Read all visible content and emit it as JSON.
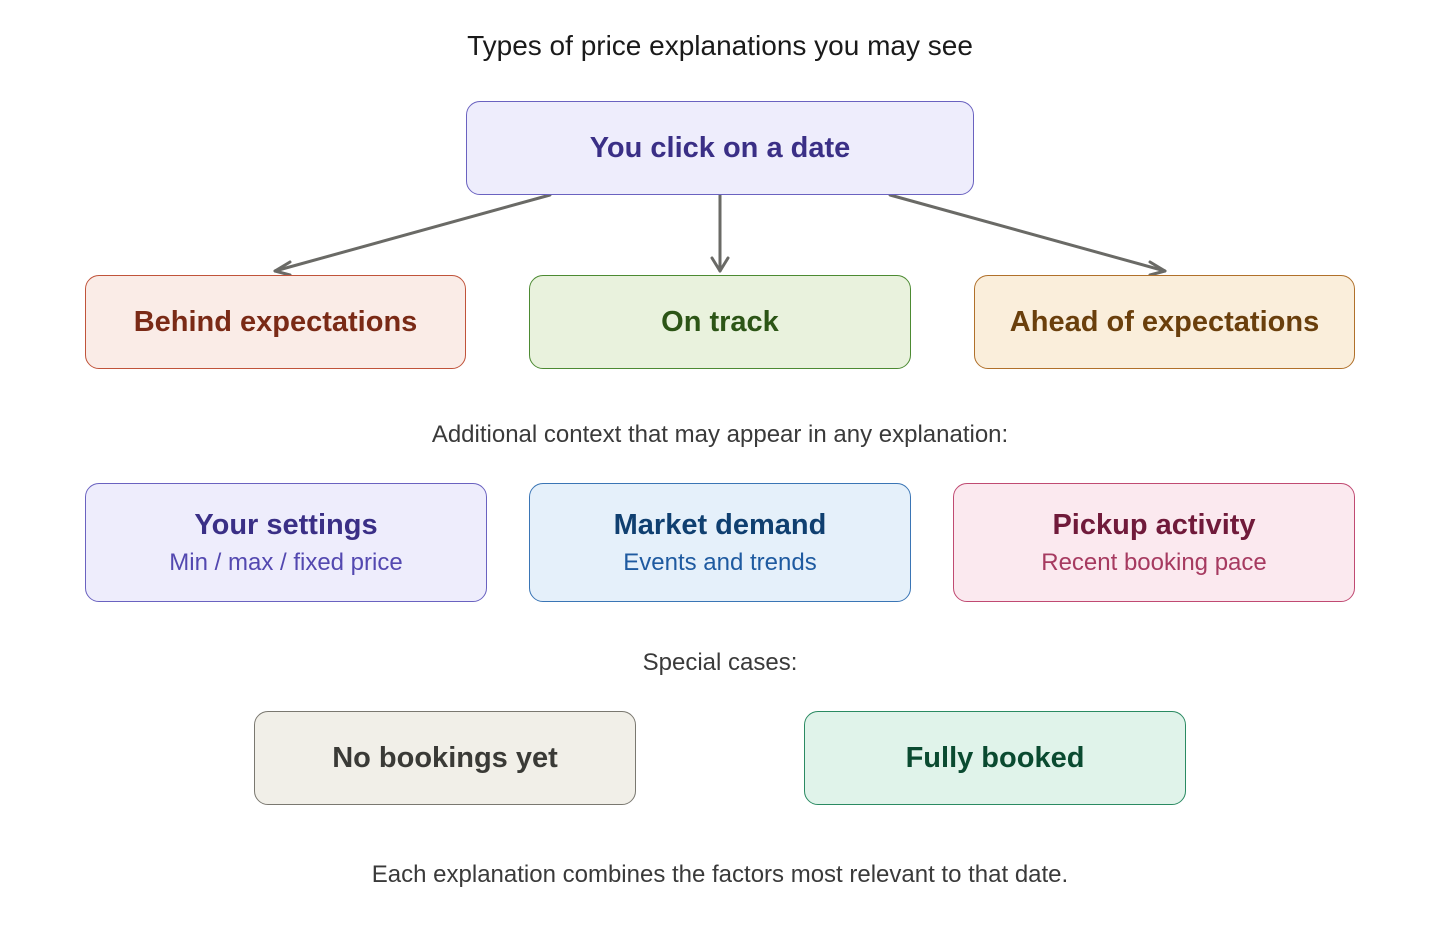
{
  "title": "Types of price explanations you may see",
  "root": {
    "label": "You click on a date"
  },
  "outcomes": [
    {
      "label": "Behind expectations"
    },
    {
      "label": "On track"
    },
    {
      "label": "Ahead of expectations"
    }
  ],
  "context_heading": "Additional context that may appear in any explanation:",
  "context": [
    {
      "label": "Your settings",
      "sub": "Min / max / fixed price"
    },
    {
      "label": "Market demand",
      "sub": "Events and trends"
    },
    {
      "label": "Pickup activity",
      "sub": "Recent booking pace"
    }
  ],
  "special_heading": "Special cases:",
  "special": [
    {
      "label": "No bookings yet"
    },
    {
      "label": "Fully booked"
    }
  ],
  "footer": "Each explanation combines the factors most relevant to that date.",
  "colors": {
    "root": {
      "fill": "#eeedfc",
      "stroke": "#6a62c0",
      "text": "#3a2f86"
    },
    "behind": {
      "fill": "#faece7",
      "stroke": "#c0533a",
      "text": "#7a2a16"
    },
    "on_track": {
      "fill": "#e9f2dd",
      "stroke": "#4c8a32",
      "text": "#2c5516"
    },
    "ahead": {
      "fill": "#faeedb",
      "stroke": "#b0702a",
      "text": "#6a3f0c"
    },
    "settings": {
      "fill": "#eeedfc",
      "stroke": "#6a62c0",
      "text": "#3a2f86",
      "sub": "#5348b0"
    },
    "market": {
      "fill": "#e5f0fa",
      "stroke": "#3a75b5",
      "text": "#0f3f70",
      "sub": "#1e5aa0"
    },
    "pickup": {
      "fill": "#fbe9ef",
      "stroke": "#c04a72",
      "text": "#701a3a",
      "sub": "#a63a60"
    },
    "no_bookings": {
      "fill": "#f1efe8",
      "stroke": "#7a7870",
      "text": "#3a3a36"
    },
    "fully_booked": {
      "fill": "#e0f3ea",
      "stroke": "#2a8a62",
      "text": "#0a4a30"
    },
    "arrow": "#6a6a66"
  }
}
